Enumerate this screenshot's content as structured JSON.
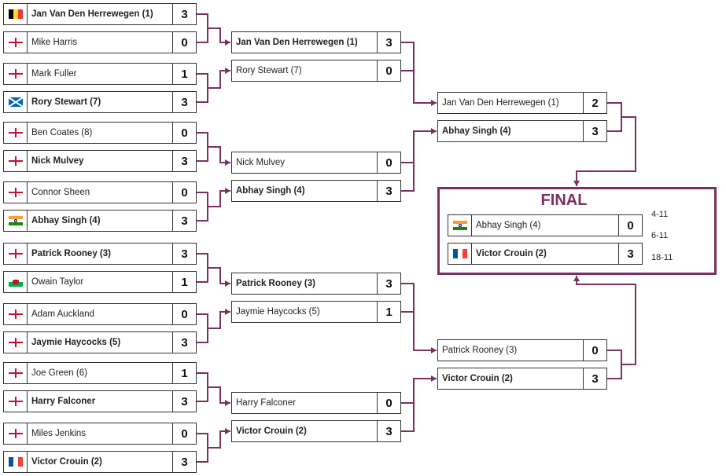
{
  "colors": {
    "connector": "#7a3060",
    "border": "#333333"
  },
  "round1": [
    {
      "flag": "belgium-flag-icon",
      "name": "Jan Van Den Herrewegen (1)",
      "score": "3",
      "winner": true
    },
    {
      "flag": "england-flag-icon",
      "name": "Mike Harris",
      "score": "0",
      "winner": false
    },
    {
      "flag": "england-flag-icon",
      "name": "Mark Fuller",
      "score": "1",
      "winner": false
    },
    {
      "flag": "scotland-flag-icon",
      "name": "Rory Stewart (7)",
      "score": "3",
      "winner": true
    },
    {
      "flag": "england-flag-icon",
      "name": "Ben Coates (8)",
      "score": "0",
      "winner": false
    },
    {
      "flag": "england-flag-icon",
      "name": "Nick Mulvey",
      "score": "3",
      "winner": true
    },
    {
      "flag": "england-flag-icon",
      "name": "Connor Sheen",
      "score": "0",
      "winner": false
    },
    {
      "flag": "india-flag-icon",
      "name": "Abhay Singh (4)",
      "score": "3",
      "winner": true
    },
    {
      "flag": "england-flag-icon",
      "name": "Patrick Rooney (3)",
      "score": "3",
      "winner": true
    },
    {
      "flag": "wales-flag-icon",
      "name": "Owain Taylor",
      "score": "1",
      "winner": false
    },
    {
      "flag": "england-flag-icon",
      "name": "Adam Auckland",
      "score": "0",
      "winner": false
    },
    {
      "flag": "england-flag-icon",
      "name": "Jaymie Haycocks (5)",
      "score": "3",
      "winner": true
    },
    {
      "flag": "england-flag-icon",
      "name": "Joe Green (6)",
      "score": "1",
      "winner": false
    },
    {
      "flag": "england-flag-icon",
      "name": "Harry Falconer",
      "score": "3",
      "winner": true
    },
    {
      "flag": "england-flag-icon",
      "name": "Miles Jenkins",
      "score": "0",
      "winner": false
    },
    {
      "flag": "france-flag-icon",
      "name": "Victor Crouin (2)",
      "score": "3",
      "winner": true
    }
  ],
  "quarterfinals": [
    {
      "name": "Jan Van Den Herrewegen (1)",
      "score": "3",
      "winner": true
    },
    {
      "name": "Rory Stewart (7)",
      "score": "0",
      "winner": false
    },
    {
      "name": "Nick Mulvey",
      "score": "0",
      "winner": false
    },
    {
      "name": "Abhay Singh (4)",
      "score": "3",
      "winner": true
    },
    {
      "name": "Patrick Rooney (3)",
      "score": "3",
      "winner": true
    },
    {
      "name": "Jaymie Haycocks (5)",
      "score": "1",
      "winner": false
    },
    {
      "name": "Harry Falconer",
      "score": "0",
      "winner": false
    },
    {
      "name": "Victor Crouin (2)",
      "score": "3",
      "winner": true
    }
  ],
  "semifinals": [
    {
      "name": "Jan Van Den Herrewegen (1)",
      "score": "2",
      "winner": false
    },
    {
      "name": "Abhay Singh (4)",
      "score": "3",
      "winner": true
    },
    {
      "name": "Patrick Rooney (3)",
      "score": "0",
      "winner": false
    },
    {
      "name": "Victor Crouin (2)",
      "score": "3",
      "winner": true
    }
  ],
  "final": {
    "title": "FINAL",
    "players": [
      {
        "flag": "india-flag-icon",
        "name": "Abhay Singh (4)",
        "score": "0",
        "winner": false
      },
      {
        "flag": "france-flag-icon",
        "name": "Victor Crouin (2)",
        "score": "3",
        "winner": true
      }
    ],
    "games": [
      "4-11",
      "6-11",
      "18-11"
    ]
  }
}
